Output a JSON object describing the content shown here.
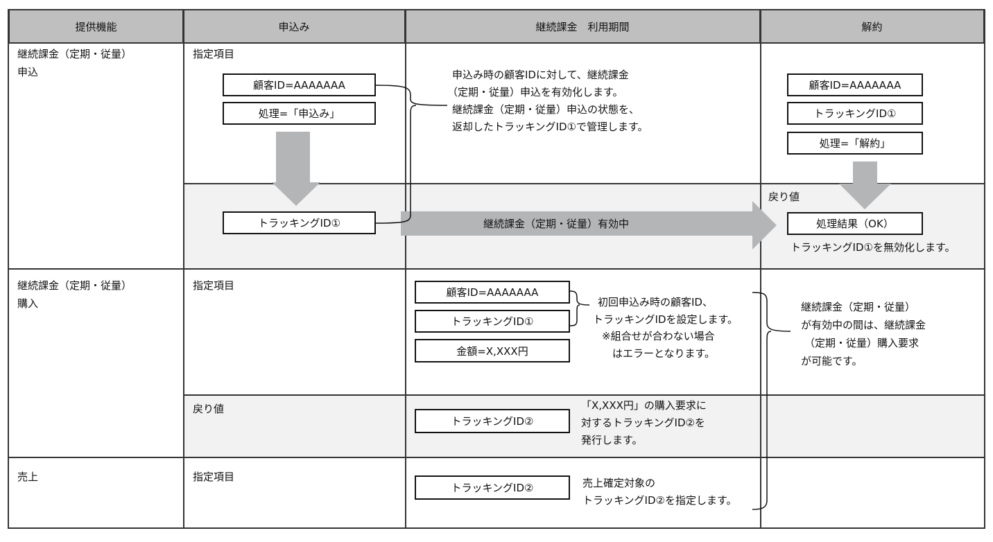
{
  "header": [
    "提供機能",
    "申込み",
    "継続課金　利用期間",
    "解約"
  ],
  "rows": {
    "apply": {
      "feature": [
        "継続課金（定期・従量）",
        "申込"
      ],
      "specified_label": "指定項目",
      "box_customer": "顧客ID=AAAAAAA",
      "box_process": "処理=「申込み」",
      "box_tracking": "トラッキングID①",
      "note": [
        "申込み時の顧客IDに対して、継続課金",
        "（定期・従量）申込を有効化します。",
        "継続課金（定期・従量）申込の状態を、",
        "返却したトラッキングID①で管理します。"
      ],
      "active_label": "継続課金（定期・従量）有効中",
      "cancel_customer": "顧客ID=AAAAAAA",
      "cancel_tracking": "トラッキングID①",
      "cancel_process": "処理=「解約」",
      "return_label": "戻り値",
      "cancel_result": "処理結果（OK）",
      "cancel_note": "トラッキングID①を無効化します。"
    },
    "purchase": {
      "feature": [
        "継続課金（定期・従量）",
        "購入"
      ],
      "specified_label": "指定項目",
      "box_customer": "顧客ID=AAAAAAA",
      "box_tracking": "トラッキングID①",
      "box_amount": "金額=X,XXX円",
      "note": [
        "初回申込み時の顧客ID、",
        "トラッキングIDを設定します。",
        "※組合せが合わない場合",
        "はエラーとなります。"
      ],
      "cancel_note": [
        "継続課金（定期・従量）",
        "が有効中の間は、継続課金",
        "（定期・従量）購入要求",
        "が可能です。"
      ],
      "return_label": "戻り値",
      "return_tracking": "トラッキングID②",
      "return_note": [
        "「X,XXX円」の購入要求に",
        "対するトラッキングID②を",
        "発行します。"
      ]
    },
    "sales": {
      "feature": "売上",
      "specified_label": "指定項目",
      "box_tracking": "トラッキングID②",
      "note": [
        "売上確定対象の",
        "トラッキングID②を指定します。"
      ]
    }
  },
  "colors": {
    "header": "#bfbfbf",
    "shade": "#f2f2f2",
    "arrow": "#b3b5b7"
  }
}
